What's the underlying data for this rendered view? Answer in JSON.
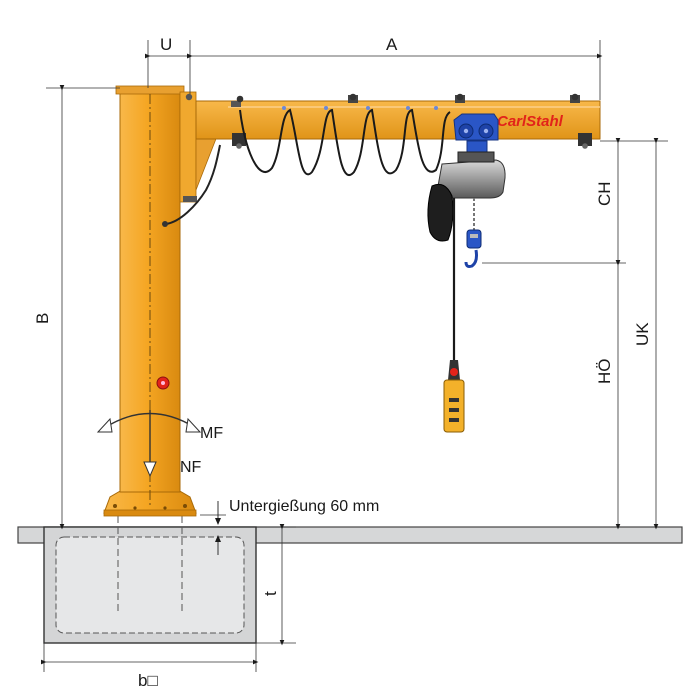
{
  "diagram": {
    "dimensions": {
      "u": "U",
      "a": "A",
      "b": "B",
      "ch": "CH",
      "ho": "HÖ",
      "uk": "UK",
      "t": "t",
      "b_square": "b□"
    },
    "loads": {
      "mf": "MF",
      "nf": "NF"
    },
    "grout_label": "Untergießung 60 mm",
    "brand": "CarlStahl"
  },
  "colors": {
    "crane_yellow": "#f5a623",
    "crane_yellow_dark": "#d98a10",
    "hoist_blue": "#2a56c6",
    "brand_red": "#e2231a",
    "concrete": "#e6e7e8",
    "floor": "#d6d7d8"
  }
}
